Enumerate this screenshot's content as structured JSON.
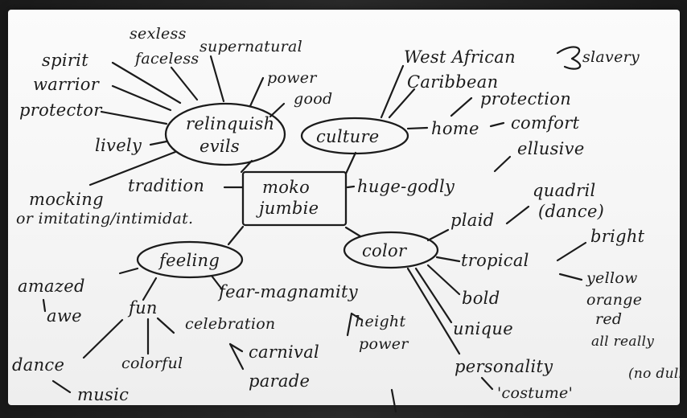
{
  "mindmap": {
    "center": {
      "line1": "moko",
      "line2": "jumbie"
    },
    "relinquish": {
      "line1": "relinquish",
      "line2": "evils",
      "items": {
        "spirit": "spirit",
        "sexless": "sexless",
        "faceless": "faceless",
        "supernatural": "supernatural",
        "power": "power",
        "good": "good",
        "warrior": "warrior",
        "protector": "protector",
        "lively": "lively",
        "tradition": "tradition",
        "mocking": "mocking",
        "imitating": "or imitating/intimidat."
      }
    },
    "culture": {
      "label": "culture",
      "items": {
        "west_african": "West African",
        "slavery": "slavery",
        "caribbean": "Caribbean",
        "home": "home",
        "protection": "protection",
        "comfort": "comfort",
        "huge_godly": "huge-godly",
        "elusive": "ellusive"
      }
    },
    "color": {
      "label": "color",
      "items": {
        "plaid": "plaid",
        "quadril": "quadril",
        "dance_paren": "(dance)",
        "tropical": "tropical",
        "bright": "bright",
        "yellow": "yellow",
        "orange": "orange",
        "red": "red",
        "all_really": "all really",
        "bold": "bold",
        "unique": "unique",
        "personality": "personality",
        "costume": "'costume'",
        "no_dull": "(no dull)"
      }
    },
    "feeling": {
      "label": "feeling",
      "items": {
        "amazed": "amazed",
        "awe": "awe",
        "fun": "fun",
        "celebration": "celebration",
        "fear_magnanimity": "fear-magnamity",
        "height": "height",
        "power": "power",
        "carnival": "carnival",
        "parade": "parade",
        "dance": "dance",
        "colorful": "colorful",
        "music": "music"
      }
    }
  }
}
